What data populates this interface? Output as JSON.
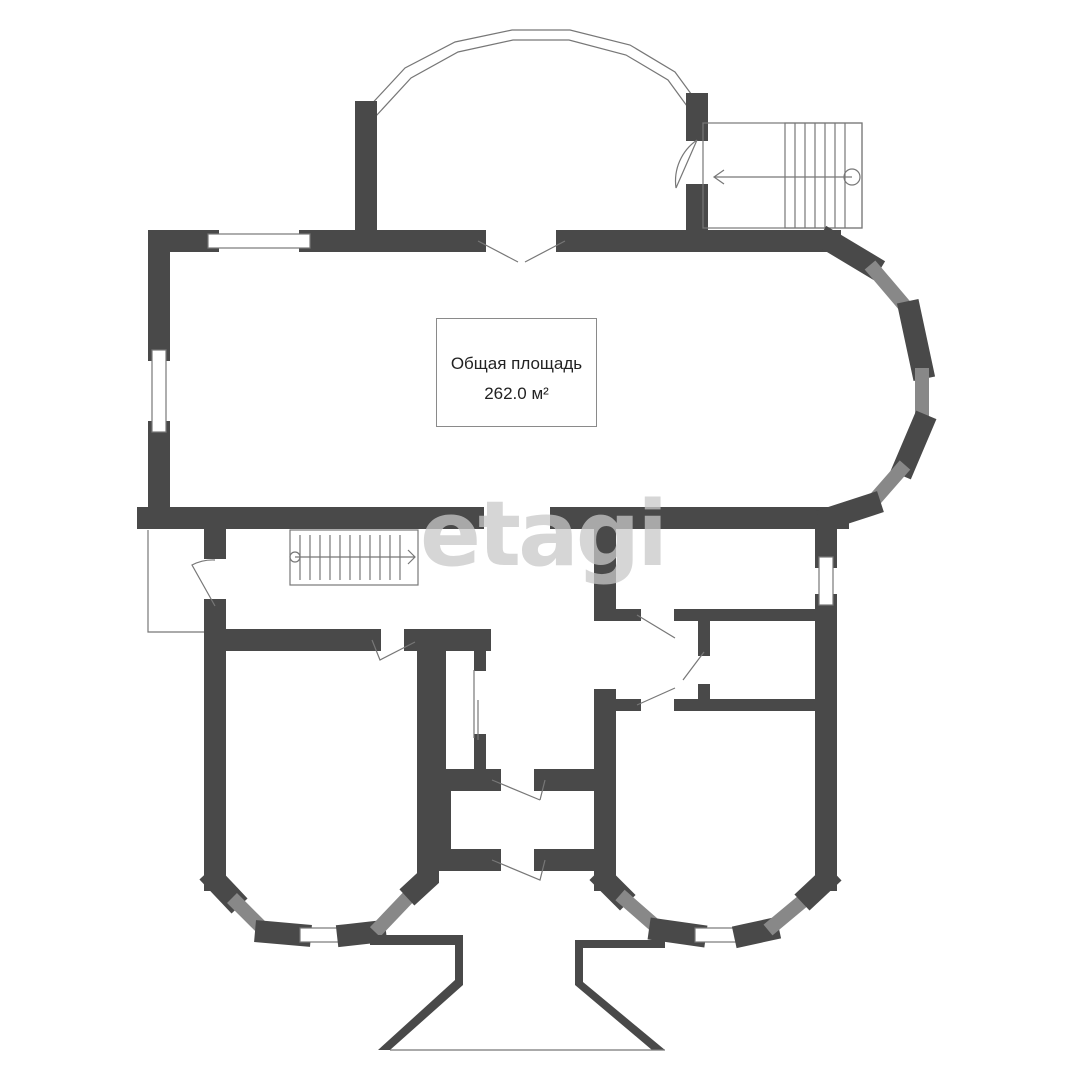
{
  "area_label": {
    "title": "Общая площадь",
    "value": "262.0 м²"
  },
  "watermark": "etagi",
  "colors": {
    "wall": "#494949",
    "window": "#777777"
  }
}
